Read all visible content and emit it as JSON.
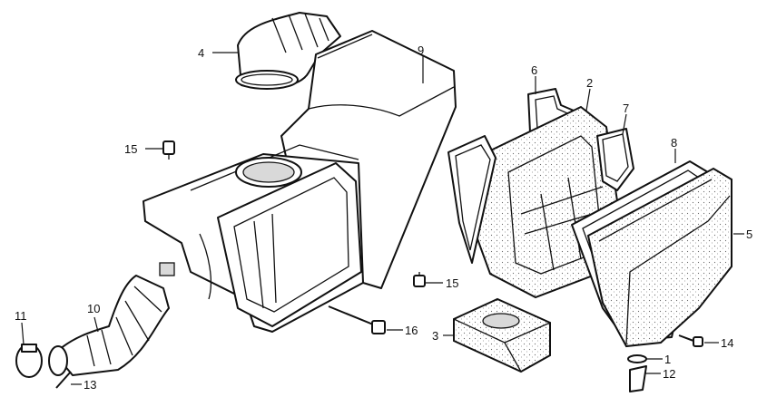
{
  "labels": [
    {
      "id": "1",
      "text": "1"
    },
    {
      "id": "2",
      "text": "2"
    },
    {
      "id": "3",
      "text": "3"
    },
    {
      "id": "4",
      "text": "4"
    },
    {
      "id": "5",
      "text": "5"
    },
    {
      "id": "6",
      "text": "6"
    },
    {
      "id": "7",
      "text": "7"
    },
    {
      "id": "8",
      "text": "8"
    },
    {
      "id": "9",
      "text": "9"
    },
    {
      "id": "10",
      "text": "10"
    },
    {
      "id": "11",
      "text": "11"
    },
    {
      "id": "12",
      "text": "12"
    },
    {
      "id": "13",
      "text": "13"
    },
    {
      "id": "14",
      "text": "14"
    },
    {
      "id": "15a",
      "text": "15"
    },
    {
      "id": "15b",
      "text": "15"
    },
    {
      "id": "16",
      "text": "16"
    }
  ],
  "colors": {
    "ink": "#111111",
    "paper": "#ffffff"
  }
}
